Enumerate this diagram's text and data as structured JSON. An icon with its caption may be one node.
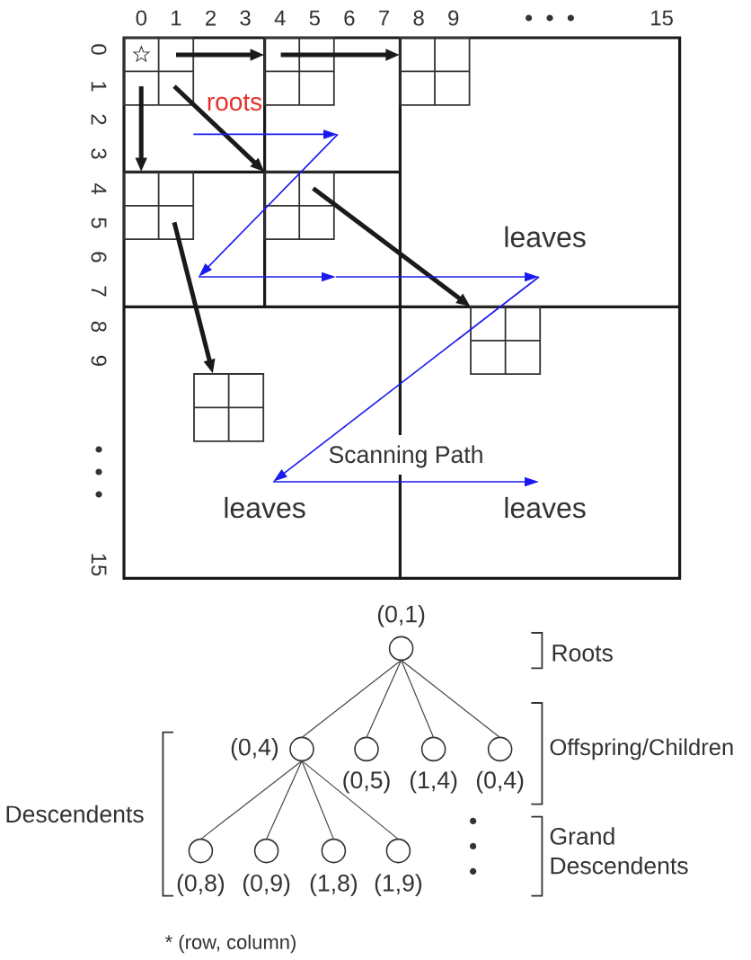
{
  "diagram": {
    "nodes": [
      {
        "text": [],
        "shape": "box"
      },
      {
        "text": [],
        "shape": "box"
      },
      {
        "text": [],
        "shape": "box"
      },
      {
        "text": [],
        "shape": "box"
      },
      {
        "text": [],
        "shape": "box"
      },
      {
        "text": [],
        "shape": "box"
      },
      {
        "text": [],
        "shape": "box"
      },
      {
        "text": [],
        "shape": "circle",
        "beside": [
          "(0,1)"
        ]
      },
      {
        "text": [],
        "shape": "circle",
        "beside": [
          "(0,4)"
        ]
      },
      {
        "text": [],
        "shape": "circle",
        "beside": [
          "(0,5)"
        ]
      },
      {
        "text": [],
        "shape": "circle",
        "beside": [
          "(1,4)"
        ]
      },
      {
        "text": [],
        "shape": "circle",
        "beside": [
          "(0,4)"
        ]
      },
      {
        "text": [],
        "shape": "circle",
        "beside": [
          "(0,8)"
        ]
      },
      {
        "text": [],
        "shape": "circle",
        "beside": [
          "(0,9)"
        ]
      },
      {
        "text": [],
        "shape": "circle",
        "beside": [
          "(1,8)"
        ]
      },
      {
        "text": [],
        "shape": "circle",
        "beside": [
          "(1,9)"
        ]
      }
    ],
    "edges": [
      {
        "from": 0,
        "to": 1,
        "arrow": "to",
        "style": "thick"
      },
      {
        "from": 1,
        "to": 2,
        "arrow": "to",
        "style": "thick"
      },
      {
        "from": 0,
        "to": 3,
        "arrow": "to",
        "style": "thick"
      },
      {
        "from": 0,
        "to": 4,
        "arrow": "to",
        "style": "thick"
      },
      {
        "from": 4,
        "to": 5,
        "arrow": "to",
        "style": "thick"
      },
      {
        "from": 3,
        "to": 6,
        "arrow": "to",
        "style": "thick"
      },
      {
        "from": 7,
        "to": 8,
        "arrow": "none"
      },
      {
        "from": 7,
        "to": 9,
        "arrow": "none"
      },
      {
        "from": 7,
        "to": 10,
        "arrow": "none"
      },
      {
        "from": 7,
        "to": 11,
        "arrow": "none"
      },
      {
        "from": 8,
        "to": 12,
        "arrow": "none"
      },
      {
        "from": 8,
        "to": 13,
        "arrow": "none"
      },
      {
        "from": 8,
        "to": 14,
        "arrow": "none"
      },
      {
        "from": 8,
        "to": 15,
        "arrow": "none"
      }
    ],
    "labels": [
      "0",
      "1",
      "2",
      "3",
      "4",
      "5",
      "6",
      "7",
      "8",
      "9",
      "15",
      "0",
      "1",
      "2",
      "3",
      "4",
      "5",
      "6",
      "7",
      "8",
      "9",
      "15",
      "roots",
      "leaves",
      "Scanning Path",
      "leaves",
      "leaves",
      "Roots",
      "Offspring/Children",
      "Descendents",
      "Grand Descendents",
      "* (row, column)"
    ]
  }
}
